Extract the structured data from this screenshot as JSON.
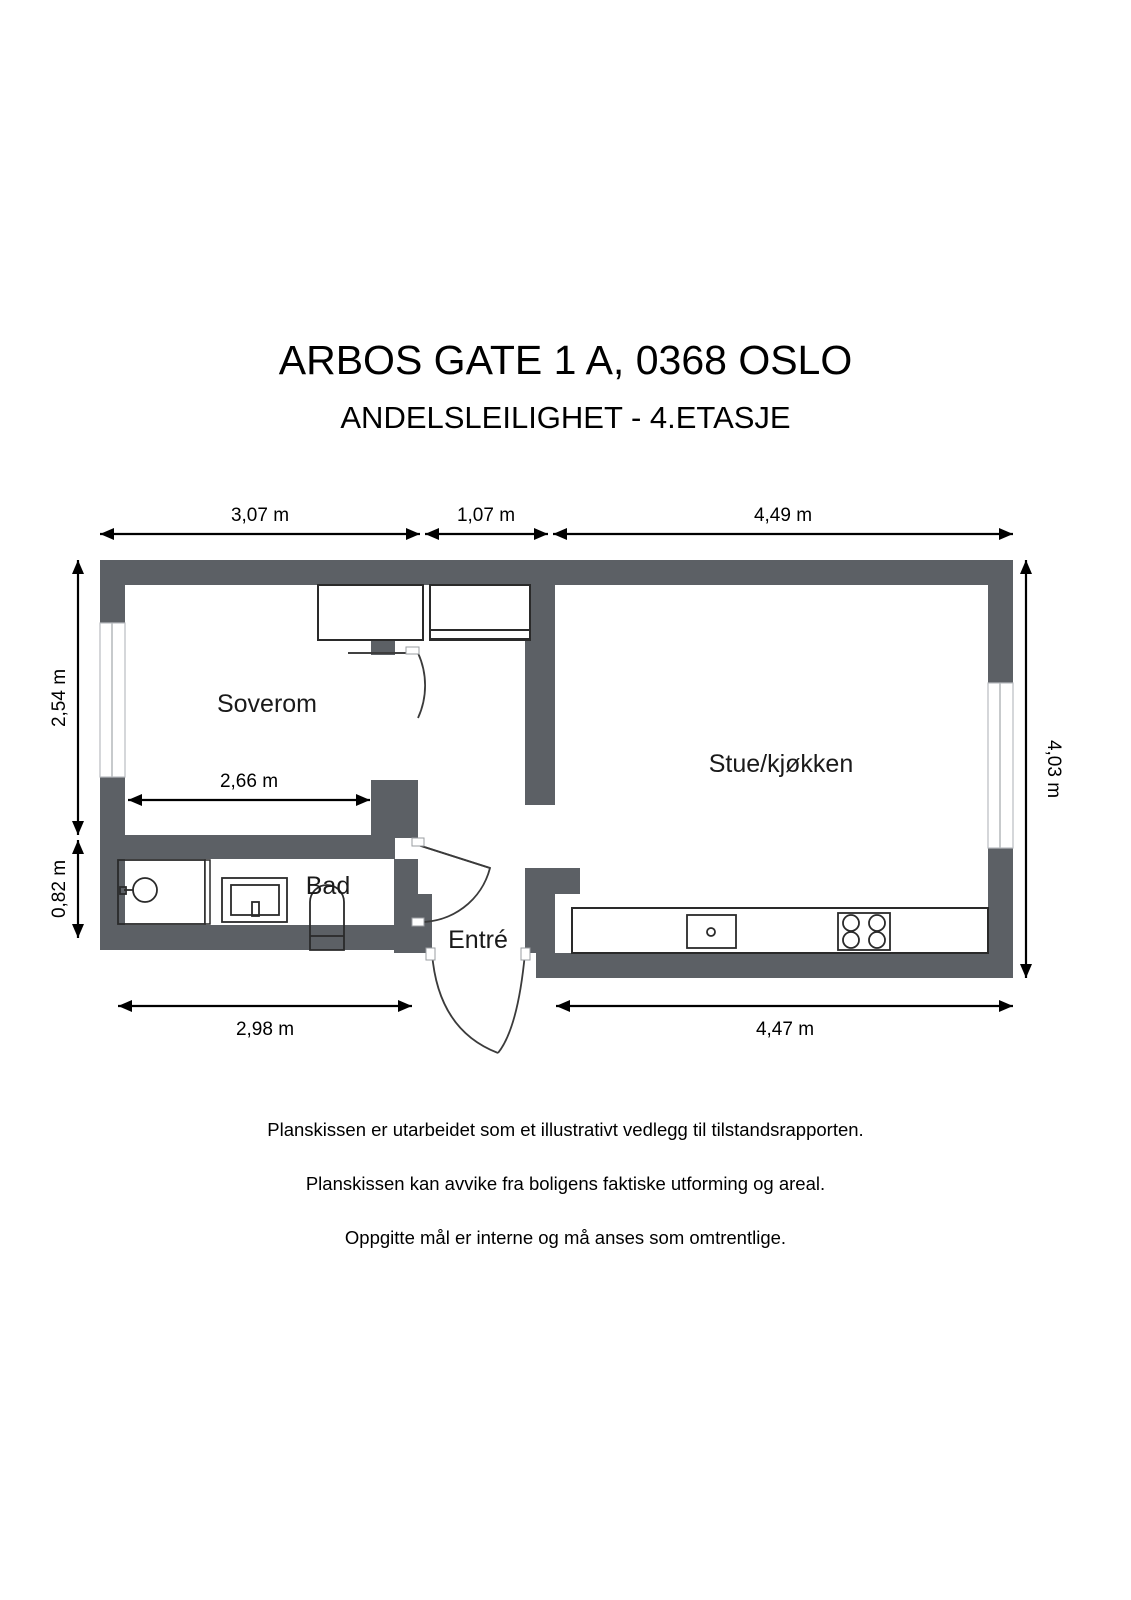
{
  "document": {
    "title": "ARBOS GATE 1 A, 0368 OSLO",
    "subtitle": "ANDELSLEILIGHET - 4.ETASJE"
  },
  "plan": {
    "rooms": [
      {
        "key": "soverom",
        "label": "Soverom"
      },
      {
        "key": "bad",
        "label": "Bad"
      },
      {
        "key": "entre",
        "label": "Entré"
      },
      {
        "key": "stue_kjokken",
        "label": "Stue/kjøkken"
      }
    ],
    "dimensions": {
      "top": [
        {
          "key": "top_1",
          "value": "3,07 m"
        },
        {
          "key": "top_2",
          "value": "1,07 m"
        },
        {
          "key": "top_3",
          "value": "4,49 m"
        }
      ],
      "left": [
        {
          "key": "left_1",
          "value": "2,54 m"
        },
        {
          "key": "left_2",
          "value": "0,82 m"
        }
      ],
      "right": [
        {
          "key": "right_1",
          "value": "4,03 m"
        }
      ],
      "bottom": [
        {
          "key": "bottom_1",
          "value": "2,98 m"
        },
        {
          "key": "bottom_2",
          "value": "4,47 m"
        }
      ],
      "interior": [
        {
          "key": "interior_1",
          "value": "2,66 m"
        }
      ]
    },
    "colors": {
      "wall": "#5c6065",
      "fixture_outline": "#2a2a2a",
      "background": "#ffffff",
      "text": "#000000"
    },
    "fixtures": [
      {
        "key": "wardrobe-left",
        "label": ""
      },
      {
        "key": "wardrobe-right",
        "label": ""
      },
      {
        "key": "shower",
        "label": ""
      },
      {
        "key": "sink-vanity",
        "label": ""
      },
      {
        "key": "toilet",
        "label": ""
      },
      {
        "key": "kitchen-counter",
        "label": ""
      },
      {
        "key": "kitchen-sink",
        "label": ""
      },
      {
        "key": "stove",
        "label": ""
      }
    ]
  },
  "footer": {
    "lines": [
      "Planskissen er utarbeidet som et illustrativt vedlegg til tilstandsrapporten.",
      "Planskissen kan avvike fra boligens faktiske utforming og areal.",
      "Oppgitte mål er interne og må anses som omtrentlige."
    ]
  }
}
